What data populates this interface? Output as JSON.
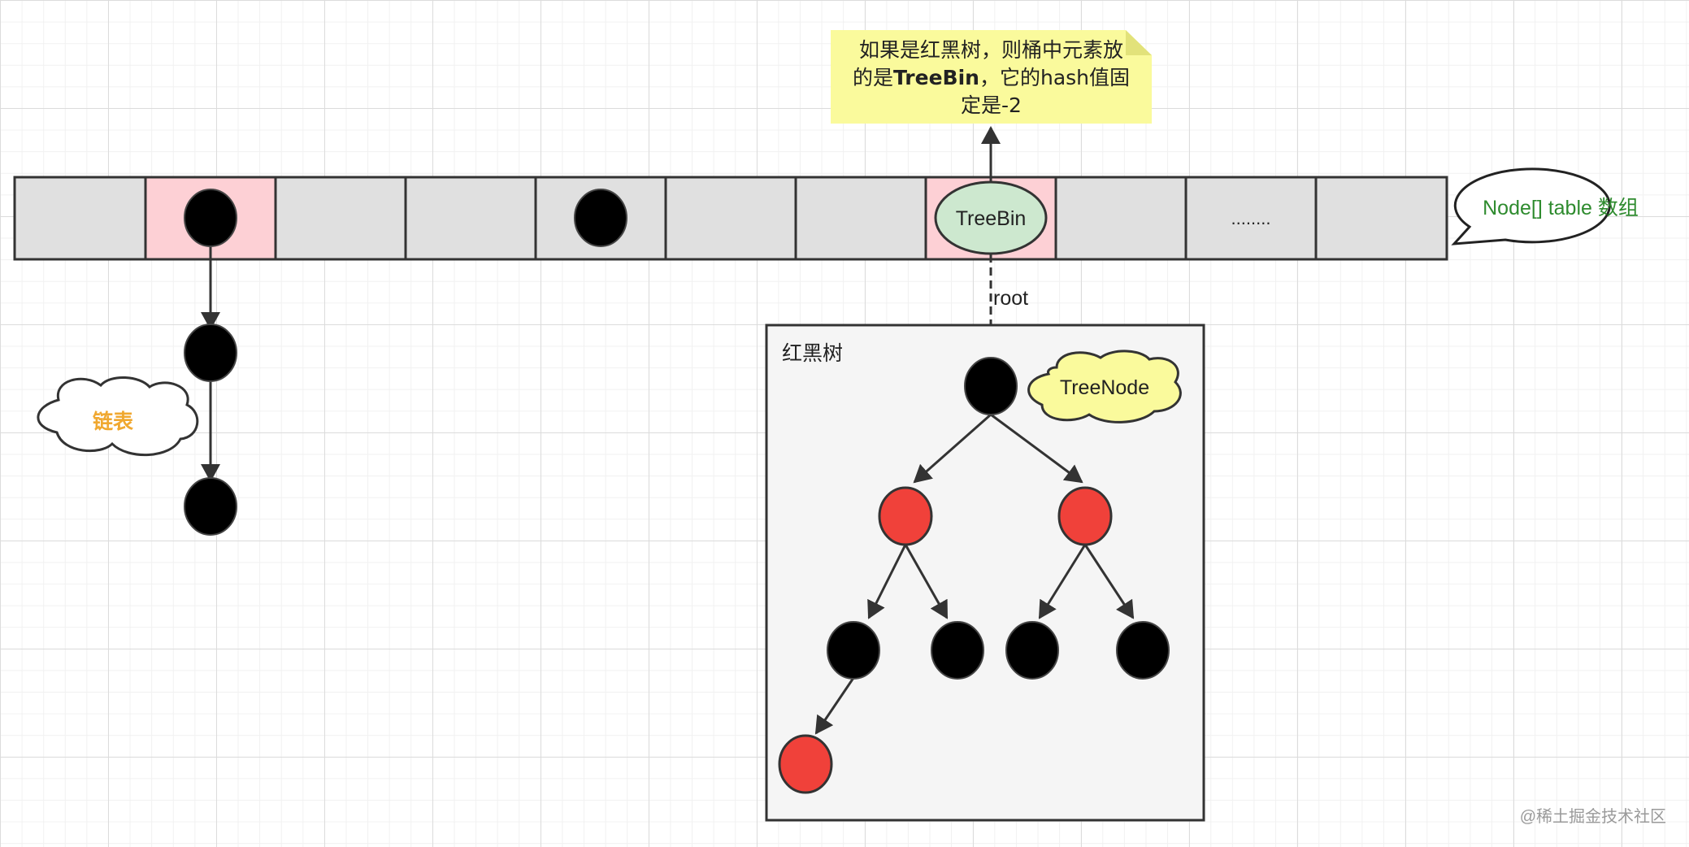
{
  "table": {
    "cells": [
      "",
      "node",
      "",
      "",
      "node",
      "",
      "",
      "TreeBin",
      "",
      "........",
      ""
    ],
    "treebin_label": "TreeBin",
    "ellipsis_label": "........",
    "callout_label": "Node[] table 数组"
  },
  "note": {
    "line1": "如果是红黑树，则桶中元素放",
    "line2_prefix": "的是",
    "line2_bold": "TreeBin",
    "line2_suffix": "，它的hash值固",
    "line3": "定是-2"
  },
  "linked_list": {
    "label": "链表"
  },
  "edge_root_label": "root",
  "tree_panel": {
    "title": "红黑树",
    "root_callout": "TreeNode"
  },
  "watermark": "@稀土掘金技术社区",
  "colors": {
    "cell_fill": "#e0e0e0",
    "highlight_cell": "#fdd0d5",
    "treebin_fill": "#cde8cf",
    "black_node": "#000000",
    "red_node": "#f0413a",
    "note_fill": "#fafa9c",
    "panel_fill": "#f5f5f5",
    "callout_text": "#2e8b2e",
    "list_label": "#f0a830"
  }
}
